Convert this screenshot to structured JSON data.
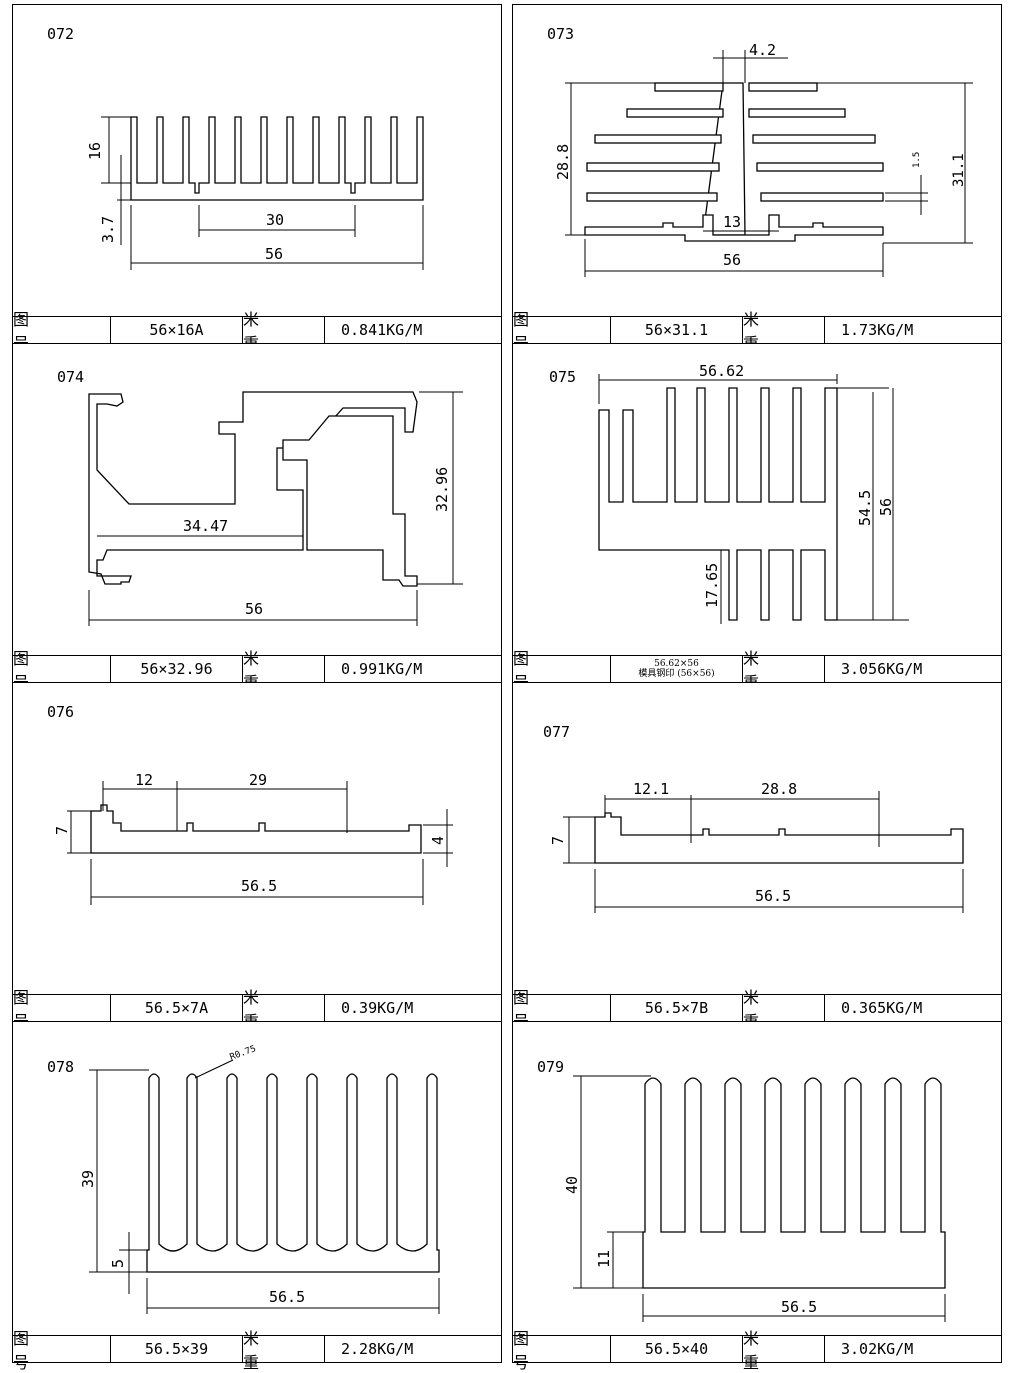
{
  "labels": {
    "tuhao": "图 号",
    "mizhong": "米 重"
  },
  "panels": [
    {
      "code": "072",
      "model": "56×16A",
      "weight": "0.841KG/M",
      "dims": [
        "16",
        "3.7",
        "30",
        "56"
      ]
    },
    {
      "code": "073",
      "model": "56×31.1",
      "weight": "1.73KG/M",
      "dims": [
        "4.2",
        "28.8",
        "31.1",
        "1.5",
        "13",
        "56"
      ]
    },
    {
      "code": "074",
      "model": "56×32.96",
      "weight": "0.991KG/M",
      "dims": [
        "32.96",
        "34.47",
        "56"
      ]
    },
    {
      "code": "075",
      "model_line1": "56.62×56",
      "model_line2": "模具钢印 (56×56)",
      "weight": "3.056KG/M",
      "dims": [
        "56.62",
        "54.5",
        "56",
        "17.65"
      ]
    },
    {
      "code": "076",
      "model": "56.5×7A",
      "weight": "0.39KG/M",
      "dims": [
        "12",
        "29",
        "7",
        "4",
        "56.5"
      ]
    },
    {
      "code": "077",
      "model": "56.5×7B",
      "weight": "0.365KG/M",
      "dims": [
        "12.1",
        "28.8",
        "7",
        "56.5"
      ]
    },
    {
      "code": "078",
      "model": "56.5×39",
      "weight": "2.28KG/M",
      "dims": [
        "R0.75",
        "39",
        "5",
        "56.5"
      ]
    },
    {
      "code": "079",
      "model": "56.5×40",
      "weight": "3.02KG/M",
      "dims": [
        "40",
        "11",
        "56.5"
      ]
    }
  ]
}
